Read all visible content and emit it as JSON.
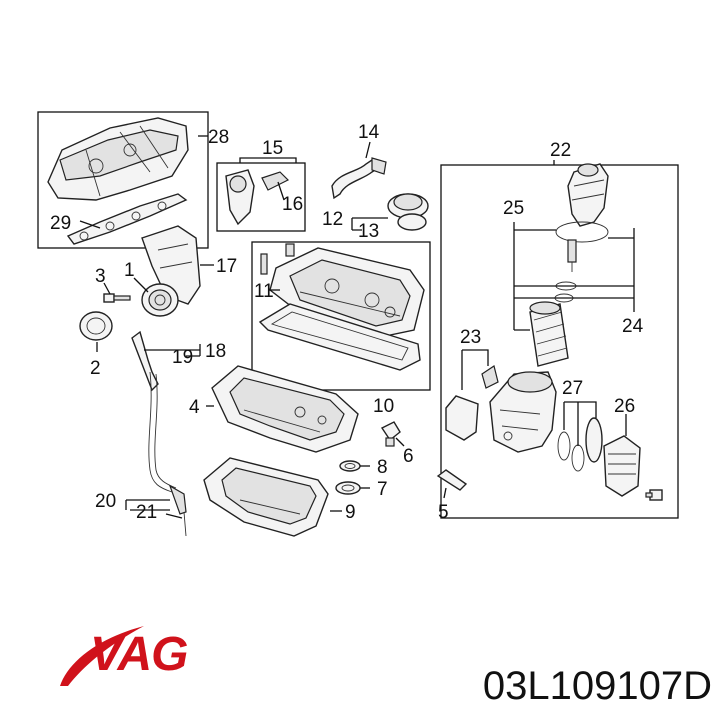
{
  "callouts": {
    "c1": "1",
    "c2": "2",
    "c3": "3",
    "c4": "4",
    "c5": "5",
    "c6": "6",
    "c7": "7",
    "c8": "8",
    "c9": "9",
    "c10": "10",
    "c11": "11",
    "c12": "12",
    "c13": "13",
    "c14": "14",
    "c15": "15",
    "c16": "16",
    "c17": "17",
    "c18": "18",
    "c19": "19",
    "c20": "20",
    "c21": "21",
    "c22": "22",
    "c23": "23",
    "c24": "24",
    "c25": "25",
    "c26": "26",
    "c27": "27",
    "c28": "28",
    "c29": "29"
  },
  "brand": {
    "name": "VAG",
    "color": "#d0121b"
  },
  "part_number": "03L109107D"
}
